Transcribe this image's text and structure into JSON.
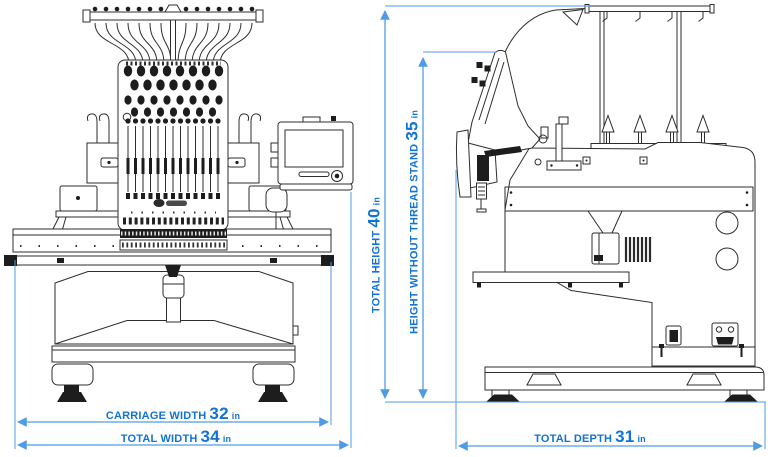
{
  "diagram": {
    "subject": "embroidery machine dimension drawing",
    "views": [
      "front view",
      "side view"
    ]
  },
  "dimensions": {
    "carriage_width": {
      "label": "CARRIAGE WIDTH",
      "value": "32",
      "unit": "in"
    },
    "total_width": {
      "label": "TOTAL WIDTH",
      "value": "34",
      "unit": "in"
    },
    "total_height": {
      "label": "TOTAL HEIGHT",
      "value": "40",
      "unit": "in"
    },
    "height_without_thread_stand": {
      "label": "HEIGHT WITHOUT THREAD STAND",
      "value": "35",
      "unit": "in"
    },
    "total_depth": {
      "label": "TOTAL DEPTH",
      "value": "31",
      "unit": "in"
    }
  },
  "colors": {
    "dimension_line": "#4f9ce4",
    "dimension_text": "#1173d3",
    "drawing_line": "#2e2e2e",
    "background": "#ffffff"
  }
}
